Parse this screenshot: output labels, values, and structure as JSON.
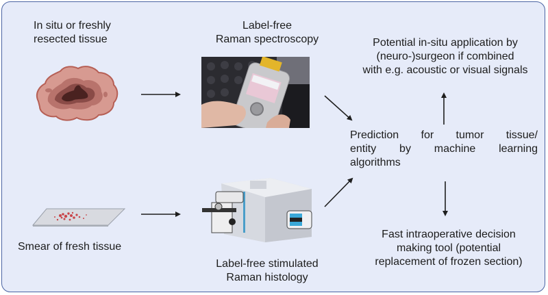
{
  "diagram": {
    "nodes": {
      "tissue": {
        "lines": [
          "In situ or freshly",
          "resected tissue"
        ],
        "icon": "tissue-icon"
      },
      "smear": {
        "lines": [
          "Smear of fresh tissue"
        ],
        "icon": "glass-slide-smear-icon"
      },
      "raman_spectroscopy": {
        "lines": [
          "Label-free",
          "Raman spectroscopy"
        ],
        "icon": "handheld-raman-spectrometer-photo"
      },
      "stimulated_raman_histology": {
        "lines": [
          "Label-free stimulated",
          "Raman histology"
        ],
        "icon": "srh-microscope-icon"
      },
      "prediction": {
        "lines": [
          "Prediction for tumor tissue/",
          "entity by machine learning",
          "algorithms"
        ]
      },
      "potential": {
        "lines": [
          "Potential in-situ application by",
          "(neuro-)surgeon if combined",
          "with e.g. acoustic or visual signals"
        ]
      },
      "fast": {
        "lines": [
          "Fast intraoperative decision",
          "making tool (potential",
          "replacement of frozen section)"
        ]
      }
    },
    "edges": [
      {
        "from": "tissue",
        "to": "raman_spectroscopy"
      },
      {
        "from": "smear",
        "to": "stimulated_raman_histology"
      },
      {
        "from": "raman_spectroscopy",
        "to": "prediction"
      },
      {
        "from": "stimulated_raman_histology",
        "to": "prediction"
      },
      {
        "from": "prediction",
        "to": "potential"
      },
      {
        "from": "prediction",
        "to": "fast"
      }
    ],
    "colors": {
      "background": "#e6ebf9",
      "border": "#4a63a3",
      "arrow": "#1e1e1e",
      "text": "#1c1c1c"
    }
  }
}
